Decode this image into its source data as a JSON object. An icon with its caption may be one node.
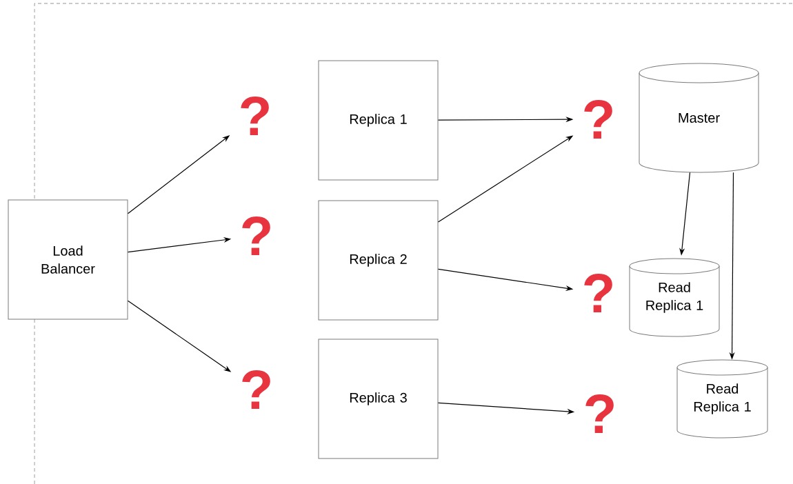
{
  "diagram": {
    "nodes": [
      {
        "text": [
          "Load Balancer"
        ]
      },
      {
        "text": [
          "Replica 1"
        ]
      },
      {
        "text": [
          "Replica 2"
        ]
      },
      {
        "text": [
          "Replica 3"
        ]
      },
      {
        "text": [
          "Master"
        ]
      },
      {
        "text": [
          "Read Replica 1"
        ]
      },
      {
        "text": [
          "Read Replica 1"
        ]
      },
      {
        "text": [
          "?"
        ]
      },
      {
        "text": [
          "?"
        ]
      },
      {
        "text": [
          "?"
        ]
      },
      {
        "text": [
          "?"
        ]
      },
      {
        "text": [
          "?"
        ]
      },
      {
        "text": [
          "?"
        ]
      }
    ],
    "edges": [
      {
        "from": 0,
        "to": 7,
        "arrow": "to"
      },
      {
        "from": 0,
        "to": 8,
        "arrow": "to"
      },
      {
        "from": 0,
        "to": 9,
        "arrow": "to"
      },
      {
        "from": 1,
        "to": 10,
        "arrow": "to"
      },
      {
        "from": 2,
        "to": 10,
        "arrow": "to"
      },
      {
        "from": 2,
        "to": 11,
        "arrow": "to"
      },
      {
        "from": 3,
        "to": 12,
        "arrow": "to"
      },
      {
        "from": 4,
        "to": 5,
        "arrow": "to"
      },
      {
        "from": 4,
        "to": 6,
        "arrow": "to"
      }
    ]
  }
}
